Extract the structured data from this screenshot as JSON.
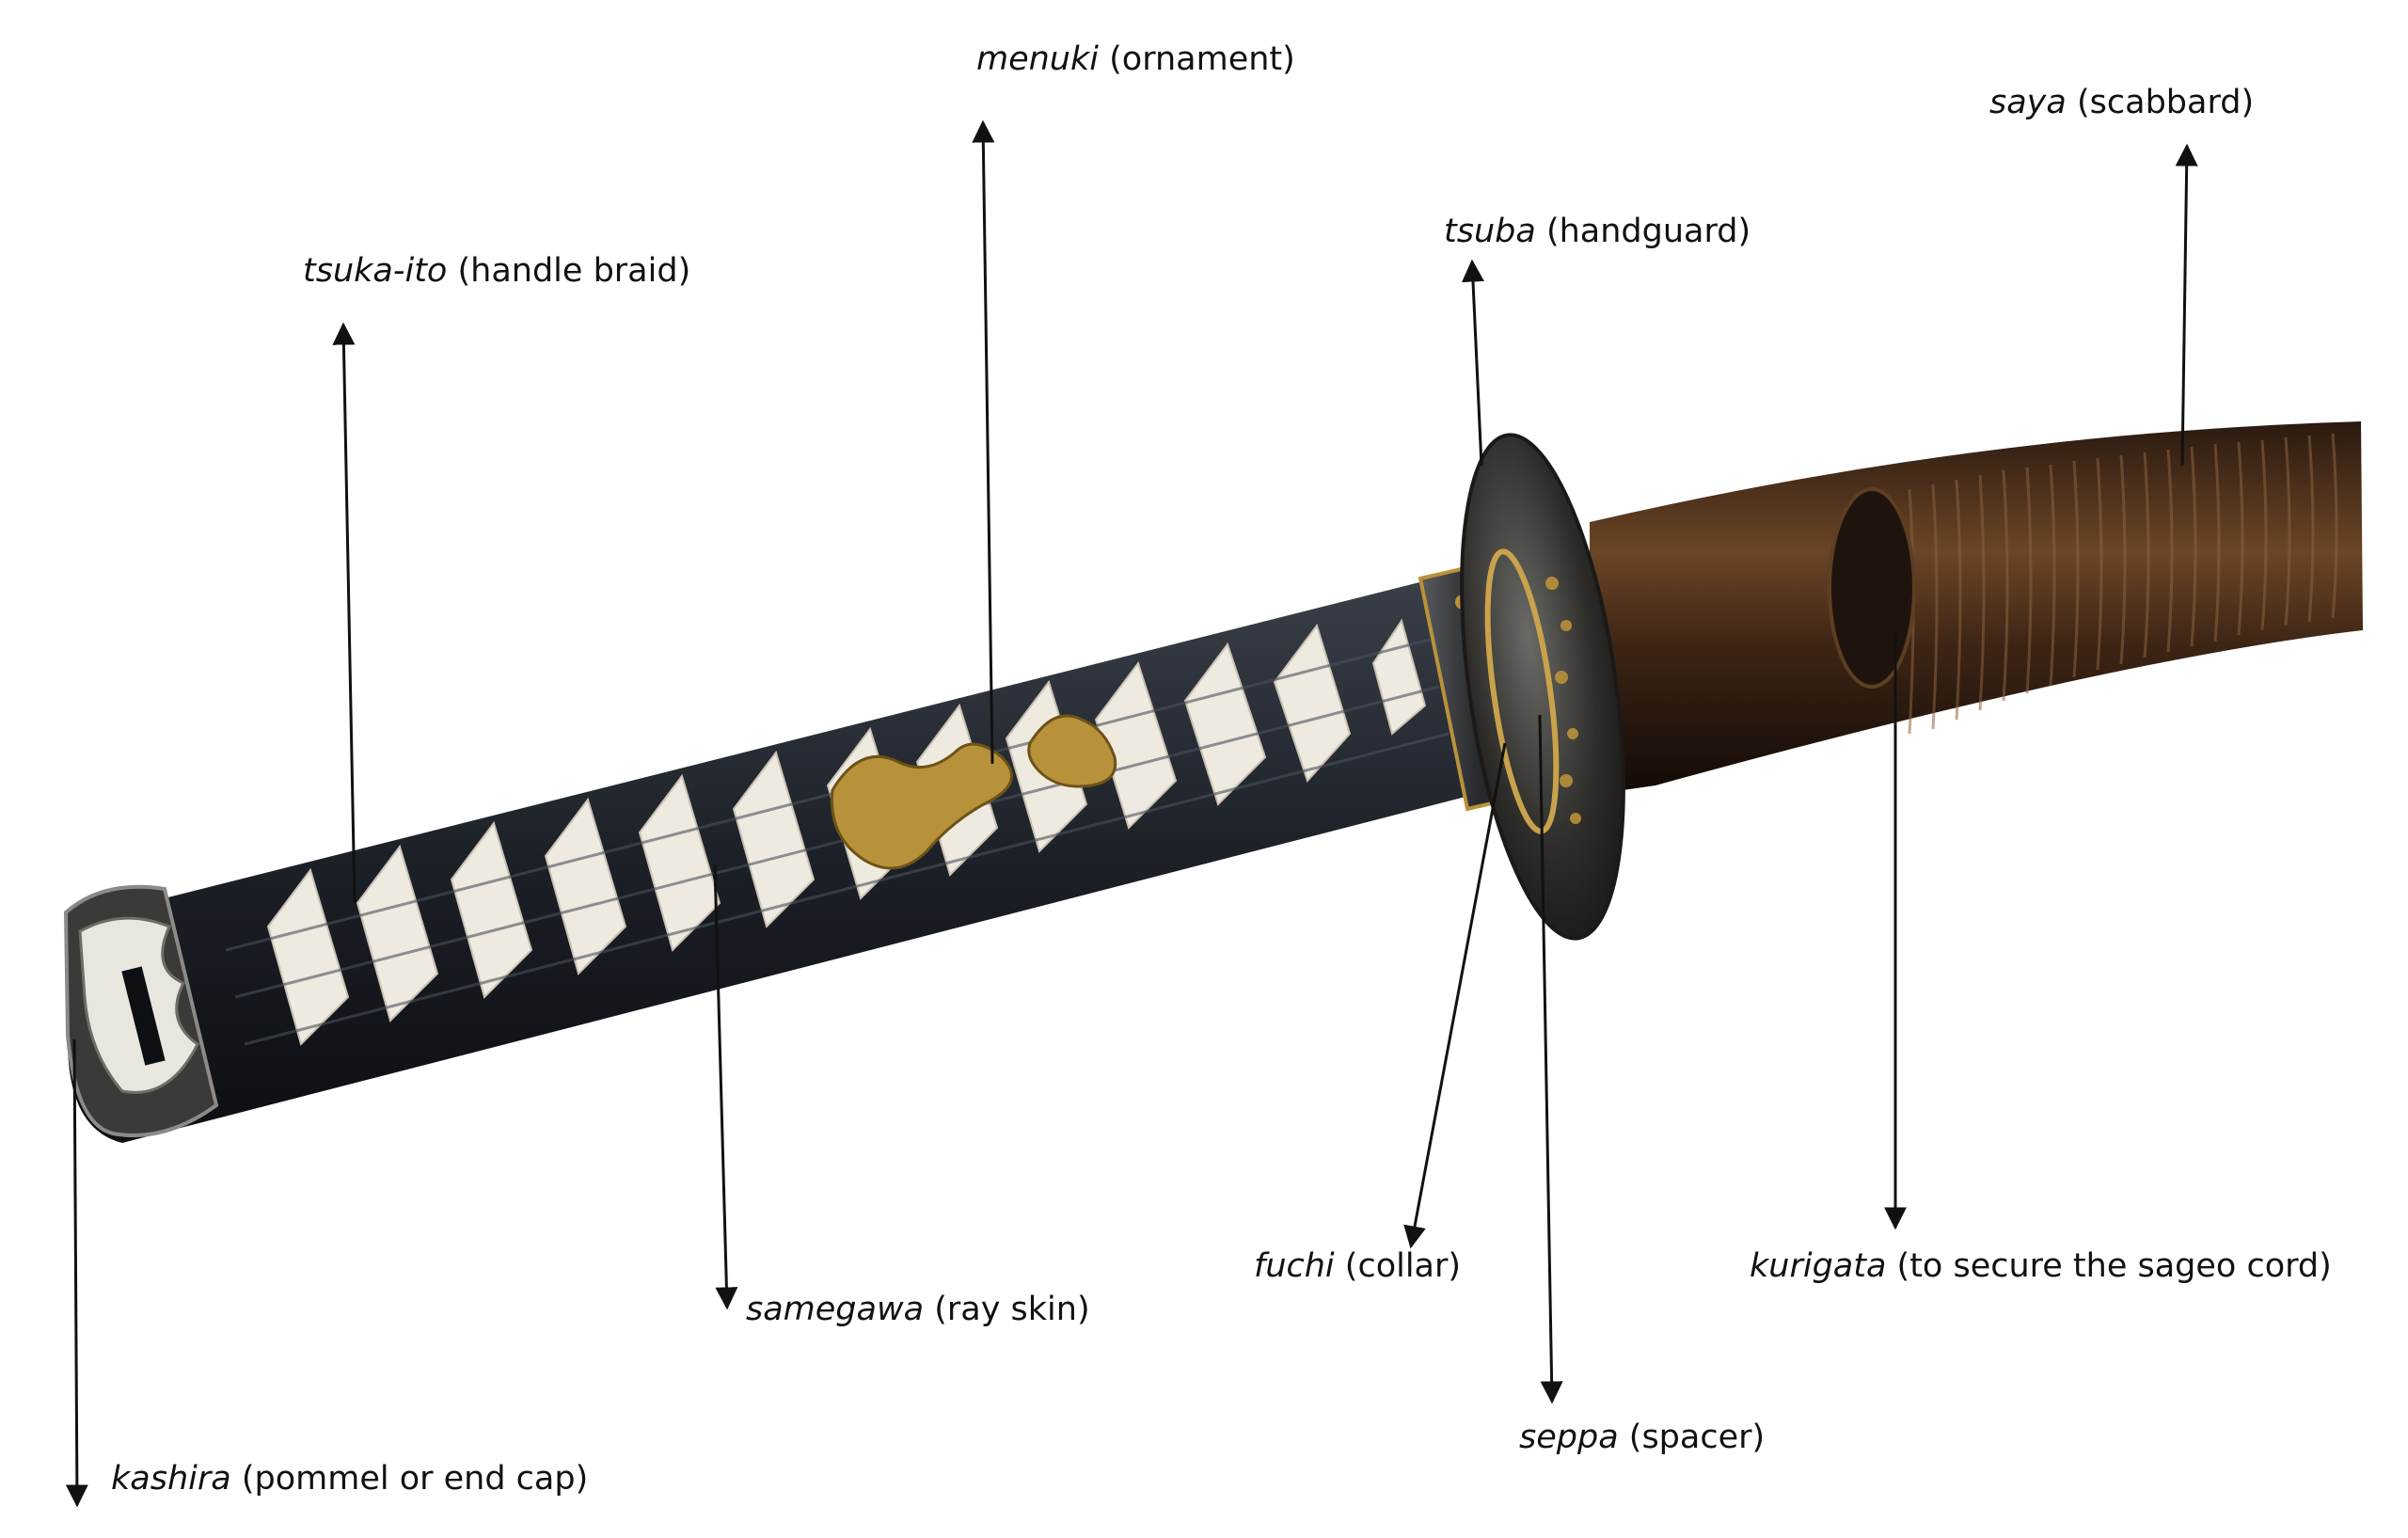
{
  "labels": {
    "menuki": {
      "term": "menuki",
      "desc": "(ornament)"
    },
    "saya": {
      "term": "saya",
      "desc": "(scabbard)"
    },
    "tsuba": {
      "term": "tsuba",
      "desc": "(handguard)"
    },
    "tsukaito": {
      "term": "tsuka-ito",
      "desc": "(handle braid)"
    },
    "fuchi": {
      "term": "fuchi",
      "desc": "(collar)"
    },
    "kurigata": {
      "term": "kurigata",
      "desc": "(to secure the sageo cord)"
    },
    "samegawa": {
      "term": "samegawa",
      "desc": "(ray skin)"
    },
    "seppa": {
      "term": "seppa",
      "desc": "(spacer)"
    },
    "kashira": {
      "term": "kashira",
      "desc": "(pommel or end cap)"
    }
  },
  "colors": {
    "braid": "#1e2229",
    "rayskin": "#efeae0",
    "scabbard": "#3a2214",
    "gold": "#b8923a",
    "arrow": "#111111"
  }
}
